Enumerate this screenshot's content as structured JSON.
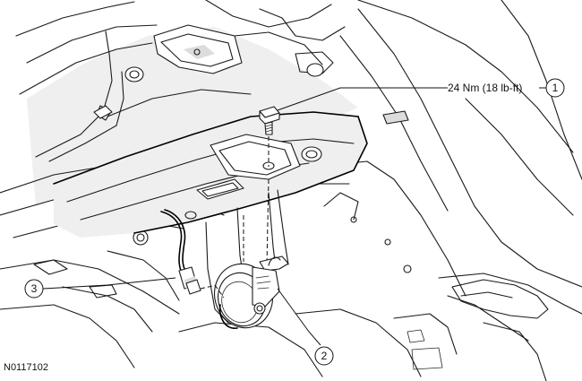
{
  "diagram": {
    "figure_id": "N0117102",
    "callouts": [
      {
        "number": "1",
        "text": "24 Nm (18 lb-ft)"
      },
      {
        "number": "2",
        "text": ""
      },
      {
        "number": "3",
        "text": ""
      }
    ]
  }
}
